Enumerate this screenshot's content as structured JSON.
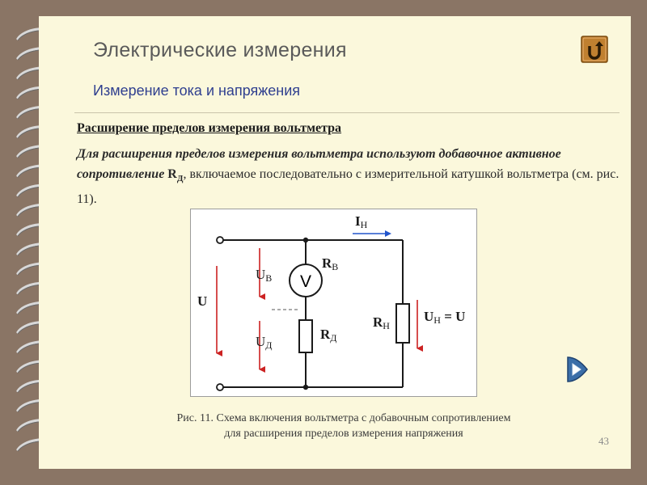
{
  "header": {
    "title": "Электрические  измерения",
    "subtitle": "Измерение тока и напряжения"
  },
  "section": {
    "heading": "Расширение пределов измерения вольтметра",
    "para_italic": "Для расширения пределов измерения вольтметра используют добавочное активное сопротивление ",
    "para_symbol": "R",
    "para_symbol_sub": "Д",
    "para_rest": ", включаемое последовательно с измерительной катушкой вольтметра (см. рис. 11)."
  },
  "figure": {
    "current_label": "I",
    "current_sub": "Н",
    "ub_label": "U",
    "ub_sub": "В",
    "rb_label": "R",
    "rb_sub": "В",
    "voltmeter": "V",
    "u_label": "U",
    "ud_label": "U",
    "ud_sub": "Д",
    "rd_label": "R",
    "rd_sub": "Д",
    "rn_label": "R",
    "rn_sub": "Н",
    "un_label": "U",
    "un_sub": "Н",
    "un_suffix": " = U",
    "caption_line1": "Рис. 11. Схема включения вольтметра с добавочным сопротивлением",
    "caption_line2": "для расширения пределов измерения напряжения"
  },
  "footer": {
    "page_number": "43"
  },
  "colors": {
    "accent": "#2f3f8f",
    "arrow": "#cc2222",
    "current_arrow": "#2255cc",
    "button": "#c08030"
  }
}
